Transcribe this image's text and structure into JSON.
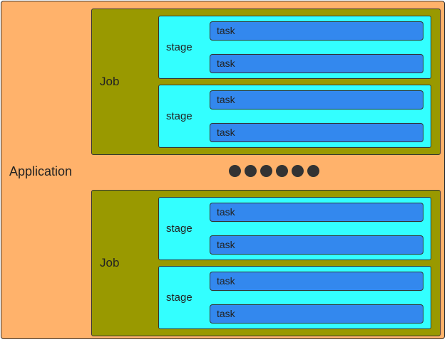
{
  "application": {
    "label": "Application"
  },
  "jobs": [
    {
      "label": "Job",
      "stages": [
        {
          "label": "stage",
          "tasks": [
            {
              "label": "task"
            },
            {
              "label": "task"
            }
          ]
        },
        {
          "label": "stage",
          "tasks": [
            {
              "label": "task"
            },
            {
              "label": "task"
            }
          ]
        }
      ]
    },
    {
      "label": "Job",
      "stages": [
        {
          "label": "stage",
          "tasks": [
            {
              "label": "task"
            },
            {
              "label": "task"
            }
          ]
        },
        {
          "label": "stage",
          "tasks": [
            {
              "label": "task"
            },
            {
              "label": "task"
            }
          ]
        }
      ]
    }
  ],
  "ellipsis_dots": 6,
  "colors": {
    "application": "#ffb26b",
    "job": "#999900",
    "stage": "#33ffff",
    "task": "#3388ee",
    "dot": "#333333"
  }
}
